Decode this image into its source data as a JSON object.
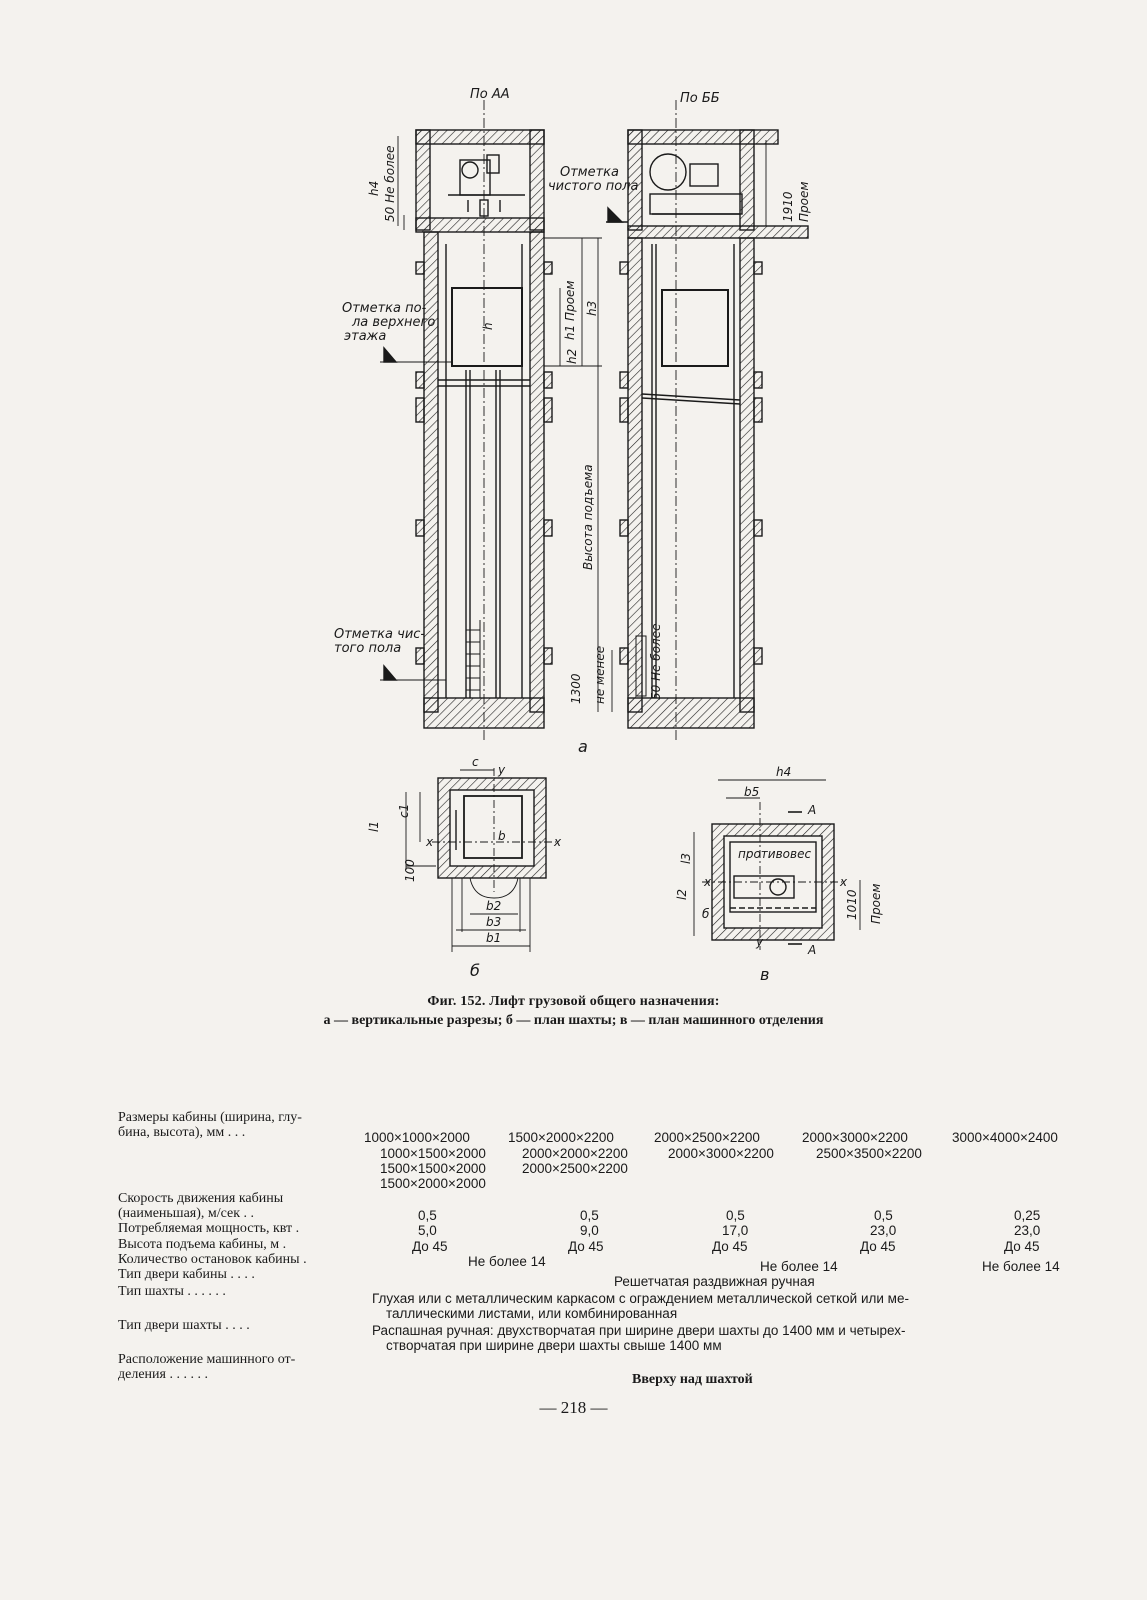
{
  "figure": {
    "labels": {
      "section_aa": "По АА",
      "section_bb": "По ББ",
      "mark_clean_floor_top": [
        "Отметка",
        "чистого пола"
      ],
      "mark_top_floor": [
        "Отметка по-",
        "ла верхнего",
        "этажа"
      ],
      "mark_clean_floor_bottom": [
        "Отметка чис-",
        "того пола"
      ],
      "h4": "h4",
      "not_more_50": "50 Не более",
      "opening": "Проем",
      "dim_1910": "1910",
      "h": "h",
      "h1_opening": "h1 Проем",
      "h2": "h2",
      "h3": "h3",
      "lift_height": "Высота подъема",
      "min_1300": "1300",
      "not_less": "не менее",
      "pit_50": "50 Не более",
      "sub_a": "а",
      "sub_b": "б",
      "sub_v": "в",
      "c": "c",
      "c1": "c1",
      "y": "y",
      "x": "x",
      "l1": "l1",
      "b": "b",
      "dim_100": "100",
      "b1": "b1",
      "b2": "b2",
      "b3": "b3",
      "h4_plan": "h4",
      "b5": "b5",
      "A": "A",
      "l2": "l2",
      "l3": "l3",
      "counterweight": "противовес",
      "dim_1010": "1010",
      "opening_plan": "Проем",
      "b6": "б"
    }
  },
  "caption": {
    "line1": "Фиг. 152. Лифт грузовой общего назначения:",
    "line2": "а — вертикальные разрезы; б — план шахты; в — план машинного отделения"
  },
  "specs": {
    "cabin_size_label": [
      "Размеры кабины (ширина, глу-",
      "бина, высота), мм   .   .   ."
    ],
    "cabin_sizes_row1": [
      "1000×1000×2000",
      "1500×2000×2200",
      "2000×2500×2200",
      "2000×3000×2200",
      "3000×4000×2400"
    ],
    "cabin_sizes_row2": [
      "1000×1500×2000",
      "2000×2000×2200",
      "2000×3000×2200",
      "2500×3500×2200"
    ],
    "cabin_sizes_row3": [
      "1500×1500×2000",
      "2000×2500×2200"
    ],
    "cabin_sizes_row4": [
      "1500×2000×2000"
    ],
    "speed_label": [
      "Скорость   движения   кабины",
      "(наименьшая), м/сек   .   ."
    ],
    "speed": [
      "0,5",
      "0,5",
      "0,5",
      "0,5",
      "0,25"
    ],
    "power_label": "Потребляемая мощность, квт .",
    "power": [
      "5,0",
      "9,0",
      "17,0",
      "23,0",
      "23,0"
    ],
    "lift_height_label": "Высота подъема кабины, м  .",
    "lift_height": [
      "До 45",
      "До 45",
      "До 45",
      "До 45",
      "До 45"
    ],
    "stops_label": "Количество остановок кабины .",
    "stops": [
      "Не более  14",
      "Не более  14",
      "Не более  14"
    ],
    "cabin_door_label": "Тип двери кабины  .   .   .   .",
    "cabin_door": "Решетчатая раздвижная ручная",
    "shaft_type_label": "Тип шахты   .   .   .   .   .   .",
    "shaft_type": [
      "Глухая или с металлическим  каркасом с ограждением металлической сеткой или ме-",
      "таллическими листами, или комбинированная"
    ],
    "shaft_door_label": "Тип двери шахты   .   .   .   .",
    "shaft_door": [
      "Распашная   ручная:  двухстворчатая  при  ширине  двери  шахты  до  1400  мм  и  четырех-",
      "створчатая  при  ширине  двери  шахты  свыше  1400  мм"
    ],
    "machine_room_label": [
      "Расположение    машинного  от-",
      "деления   .   .   .   .   .   ."
    ],
    "machine_room": "Вверху  над  шахтой"
  },
  "page_number": "— 218 —"
}
